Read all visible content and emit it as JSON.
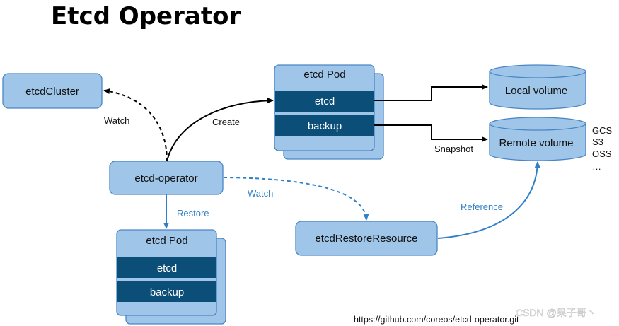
{
  "title": "Etcd Operator",
  "nodes": {
    "etcd_cluster": "etcdCluster",
    "etcd_operator": "etcd-operator",
    "restore_resource": "etcdRestoreResource",
    "local_volume": "Local volume",
    "remote_volume": "Remote volume"
  },
  "pod_top": {
    "title": "etcd Pod",
    "row1": "etcd",
    "row2": "backup"
  },
  "pod_bottom": {
    "title": "etcd Pod",
    "row1": "etcd",
    "row2": "backup"
  },
  "edges": {
    "watch_cluster": "Watch",
    "create": "Create",
    "snapshot": "Snapshot",
    "watch_restore": "Watch",
    "restore": "Restore",
    "reference": "Reference"
  },
  "storage_list": [
    "GCS",
    "S3",
    "OSS",
    "…"
  ],
  "footer_url": "https://github.com/coreos/etcd-operator.git",
  "watermark": "CSDN @果子哥丶",
  "colors": {
    "box_fill": "#9fc5e8",
    "box_stroke": "#4a86c5",
    "dark_row": "#0b4f79",
    "blue_edge": "#2f80c6"
  }
}
